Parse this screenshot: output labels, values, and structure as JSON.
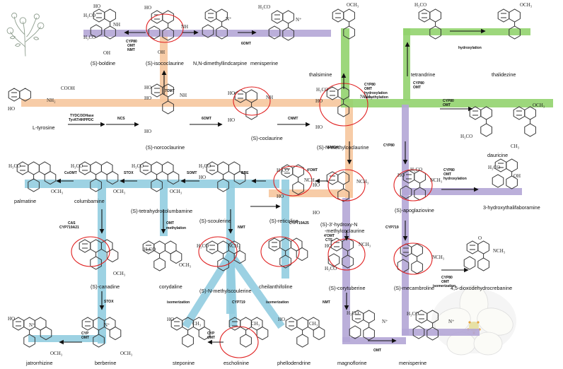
{
  "compounds": {
    "l_tyrosine": "L-tyrosine",
    "s_norcoclaurine": "(S)-norcoclaurine",
    "s_coclaurine": "(S)-coclaurine",
    "s_n_methylcoclaurine": "(S)-N-methylcoclaurine",
    "s_boldine": "(S)-boldine",
    "s_isococlaurine": "(S)-isococlaurine",
    "nn_dimethyllindcarpine": "N,N-dimethyllindcarpine",
    "menisperine_top": "menisperine",
    "thalsimine": "thalsimine",
    "tetrandrine": "tetrandrine",
    "thalidezine": "thalidezine",
    "dauricine": "dauricine",
    "s_3_hydroxy_n_methylcoclaurine_l1": "(S)-3'-hydroxy-N",
    "s_3_hydroxy_n_methylcoclaurine_l2": "-methylcoclaurine",
    "s_reticuline": "(S)-reticuline",
    "s_scoulerine": "(S)-scoulerine",
    "s_tetrahydrocolumbamine": "(S)-tetrahydrocolumbamine",
    "columbamine": "columbamine",
    "palmatine": "palmatine",
    "s_canadine": "(S)-canadine",
    "corydaline": "corydaline",
    "s_n_methylscoulerine": "(S)-N-methylscoulerine",
    "cheilanthifoline": "cheilanthifoline",
    "s_corytuberine": "(S)-corytuberine",
    "s_apoglaziovine": "(S)-apoglaziovine",
    "hydroxythalifaboramine": "3-hydroxythalifaboramine",
    "s_mecambroline": "(S)-mecambroline",
    "dioxodehydrocrebanine": "4,5-dioxodehydrocrebanine",
    "jatrorrhizine": "jatrorrhizine",
    "berberine": "berberine",
    "steponine": "steponine",
    "escholinine": "escholinine",
    "phellodendrine": "phellodendrine",
    "magnoflorine": "magnoflorine",
    "menisperine_bottom": "menisperine"
  },
  "enzymes": {
    "tydc_1": "TYDC/3OHase",
    "tydc_2": "TyrAT/4HPPDC",
    "ncs": "NCS",
    "omt6_a": "6OMT",
    "cnmt": "CNMT",
    "omt7": "7OMT",
    "cyp80_isoco_1": "CYP80",
    "cyp80_isoco_2": "OMT",
    "cyp80_isoco_3": "NMT",
    "omt6_b": "6OMT",
    "cyp80_thal_1": "CYP80",
    "cyp80_thal_2": "OMT",
    "cyp80_thal_3": "hydroxylation",
    "cyp80_thal_4": "demethylation",
    "hydroxylation_top": "hydroxylation",
    "cyp80_tet_1": "CYP80",
    "cyp80_tet_2": "OMT",
    "cyp80_dau_1": "CYP80",
    "cyp80_dau_2": "OMT",
    "nmch": "NMCH",
    "omt4_a": "4'OMT",
    "bbe": "BBE",
    "somt": "SOMT",
    "stox_a": "STOX",
    "cooomt": "CoOMT",
    "cyp80_apo": "CYP80",
    "cyp80_hyd_1": "CYP80",
    "cyp80_hyd_2": "OMT",
    "cyp80_hyd_3": "hydroxylation",
    "cas_1": "CAS",
    "cas_2": "CYP719A21",
    "omt_meth_1": "OMT",
    "omt_meth_2": "methylation",
    "nmt_mid": "NMT",
    "cyp719a25": "CYP719A25",
    "omt4_cts_1": "4'OMT",
    "omt4_cts_2": "CTS",
    "cyp719_right": "CYP719",
    "cyp80_isom_1": "CYP80",
    "cyp80_isom_2": "OMT",
    "cyp80_isom_3": "isomerization",
    "stox_b": "STOX",
    "isomerization_l": "isomerization",
    "cyp719_mid": "CYP719",
    "isomerization_r": "isomerization",
    "cyp_omt_1": "CYP",
    "cyp_omt_2": "OMT",
    "cyp_omt_b1": "CYP",
    "cyp_omt_b2": "OMT",
    "nmt_bottom": "NMT",
    "omt_bottom": "OMT"
  },
  "atoms": {
    "cooh": "COOH",
    "nh2": "NH₂",
    "ho": "HO",
    "oh": "OH",
    "nh": "NH",
    "nch3": "NCH₃",
    "h3co": "H₃CO",
    "och3": "OCH₃",
    "h": "H",
    "n_plus": "N⁺",
    "ch3": "CH₃",
    "o": "O",
    "n": "N"
  },
  "colors": {
    "orange": "#f6c79d",
    "green": "#92d36e",
    "purple": "#b4a6d6",
    "blue": "#92cde0",
    "circle": "#e02020",
    "arrow": "#111111",
    "structure": "#333333"
  }
}
